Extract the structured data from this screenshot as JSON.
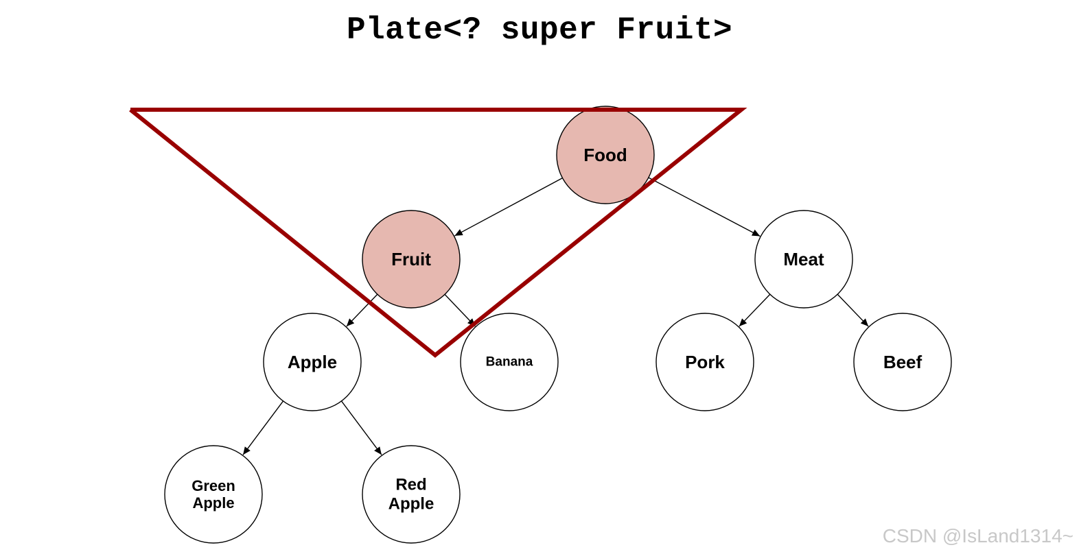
{
  "title": "Plate<? super Fruit>",
  "watermark": "CSDN @IsLand1314~",
  "colors": {
    "highlight_fill": "#e6b8b0",
    "triangle_stroke": "#990000",
    "node_stroke": "#000000",
    "node_fill": "#ffffff"
  },
  "nodes": [
    {
      "id": "food",
      "label": [
        "Food"
      ],
      "highlighted": true
    },
    {
      "id": "fruit",
      "label": [
        "Fruit"
      ],
      "highlighted": true
    },
    {
      "id": "meat",
      "label": [
        "Meat"
      ],
      "highlighted": false
    },
    {
      "id": "apple",
      "label": [
        "Apple"
      ],
      "highlighted": false
    },
    {
      "id": "banana",
      "label": [
        "Banana"
      ],
      "highlighted": false
    },
    {
      "id": "pork",
      "label": [
        "Pork"
      ],
      "highlighted": false
    },
    {
      "id": "beef",
      "label": [
        "Beef"
      ],
      "highlighted": false
    },
    {
      "id": "green-apple",
      "label": [
        "Green",
        "Apple"
      ],
      "highlighted": false
    },
    {
      "id": "red-apple",
      "label": [
        "Red",
        "Apple"
      ],
      "highlighted": false
    }
  ],
  "edges": [
    {
      "from": "food",
      "to": "fruit"
    },
    {
      "from": "food",
      "to": "meat"
    },
    {
      "from": "fruit",
      "to": "apple"
    },
    {
      "from": "fruit",
      "to": "banana"
    },
    {
      "from": "meat",
      "to": "pork"
    },
    {
      "from": "meat",
      "to": "beef"
    },
    {
      "from": "apple",
      "to": "green-apple"
    },
    {
      "from": "apple",
      "to": "red-apple"
    }
  ]
}
